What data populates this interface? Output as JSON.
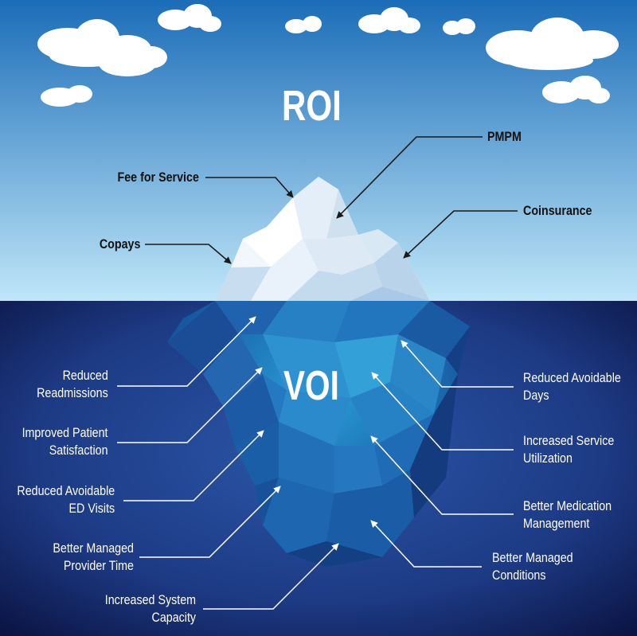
{
  "colors": {
    "sky_top": "#1b6db8",
    "sky_bottom": "#bfe6f8",
    "sea_top": "#1d3a84",
    "sea_bottom": "#0a1240",
    "iceberg_above": "#f4f9fe",
    "iceberg_below": "#1a70b5",
    "leader_above": "#1a1a1a",
    "leader_below": "#ffffff"
  },
  "headings": {
    "roi": "ROI",
    "voi": "VOI"
  },
  "roi_items": [
    {
      "id": "fee-for-service",
      "text": "Fee for Service"
    },
    {
      "id": "pmpm",
      "text": "PMPM"
    },
    {
      "id": "copays",
      "text": "Copays"
    },
    {
      "id": "coinsurance",
      "text": "Coinsurance"
    }
  ],
  "voi_left": [
    {
      "id": "reduced-readmissions",
      "lines": [
        "Reduced",
        "Readmissions"
      ]
    },
    {
      "id": "improved-patient-satisfaction",
      "lines": [
        "Improved Patient",
        "Satisfaction"
      ]
    },
    {
      "id": "reduced-avoidable-ed-visits",
      "lines": [
        "Reduced Avoidable",
        "ED Visits"
      ]
    },
    {
      "id": "better-managed-provider-time",
      "lines": [
        "Better Managed",
        "Provider Time"
      ]
    },
    {
      "id": "increased-system-capacity",
      "lines": [
        "Increased System",
        "Capacity"
      ]
    }
  ],
  "voi_right": [
    {
      "id": "reduced-avoidable-days",
      "lines": [
        "Reduced Avoidable",
        "Days"
      ]
    },
    {
      "id": "increased-service-utilization",
      "lines": [
        "Increased Service",
        "Utilization"
      ]
    },
    {
      "id": "better-medication-management",
      "lines": [
        "Better Medication",
        "Management"
      ]
    },
    {
      "id": "better-managed-conditions",
      "lines": [
        "Better Managed",
        "Conditions"
      ]
    }
  ]
}
